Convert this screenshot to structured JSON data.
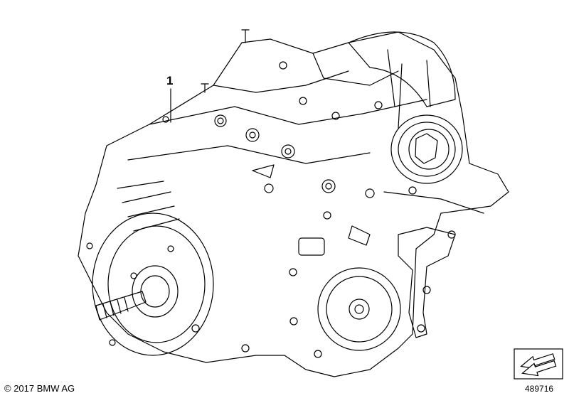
{
  "diagram": {
    "callouts": [
      {
        "id": "1",
        "label": "1"
      }
    ]
  },
  "footer": {
    "copyright": "© 2017 BMW AG",
    "reference_number": "489716"
  },
  "icons": {
    "nav_arrow": "arrow-down-left-icon"
  },
  "colors": {
    "line": "#000000",
    "background": "#ffffff"
  }
}
